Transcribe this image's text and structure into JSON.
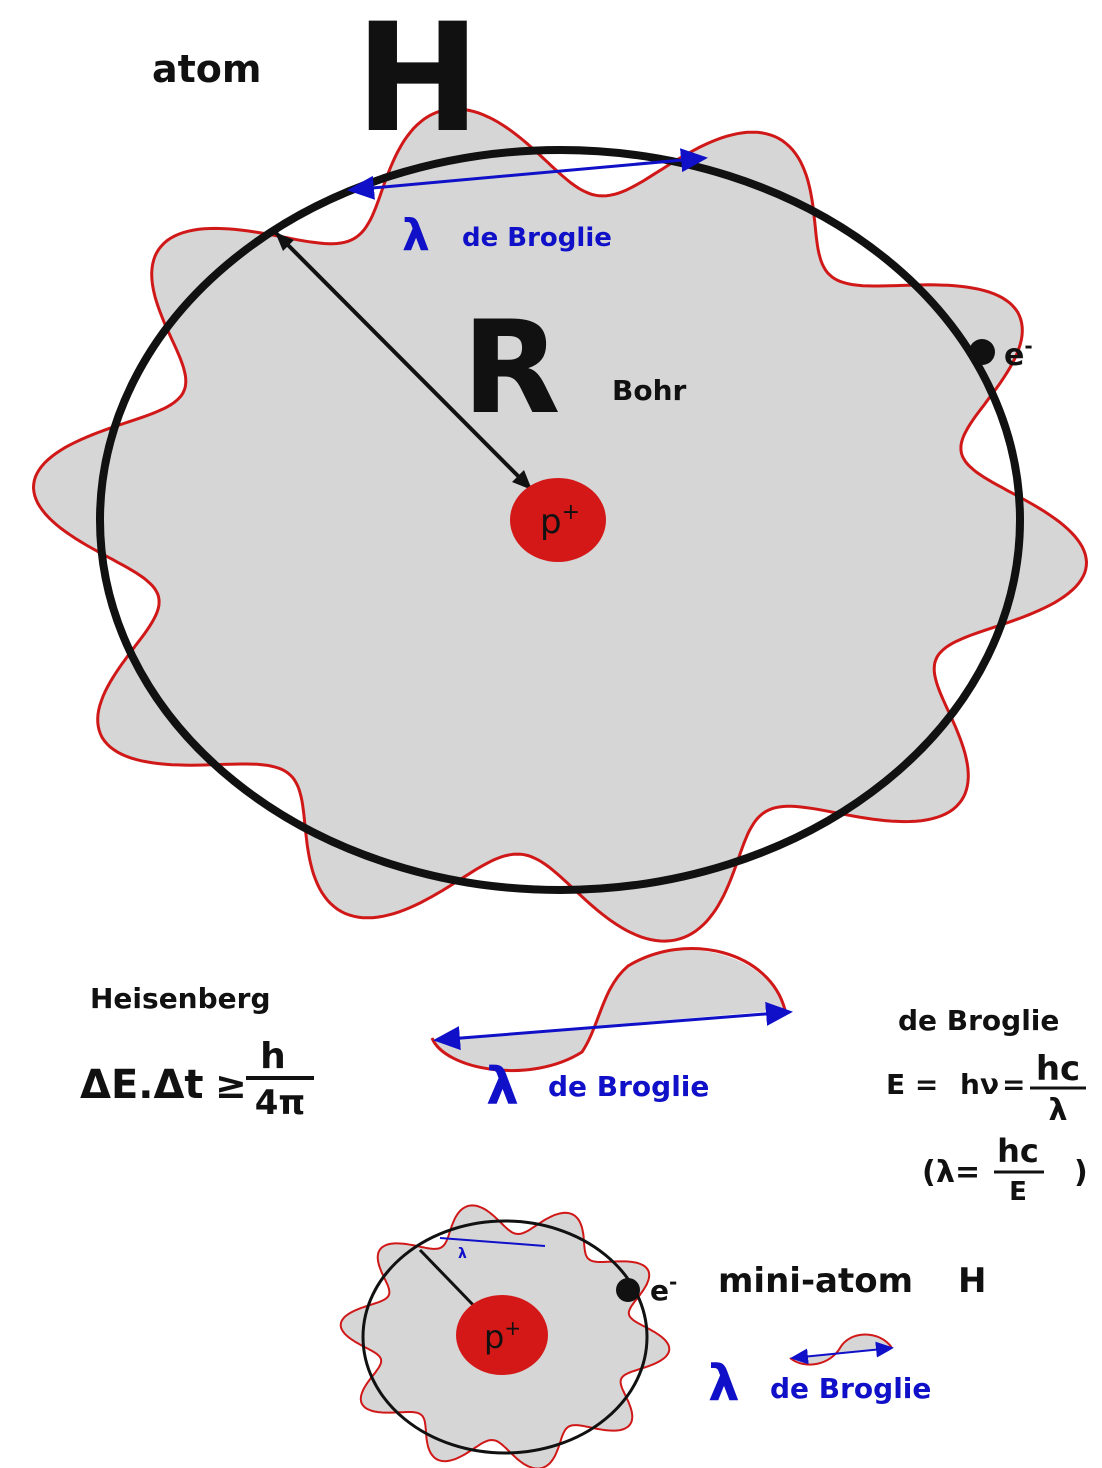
{
  "main_atom": {
    "label_atom": "atom",
    "symbol": "H",
    "radius_label": "R",
    "radius_sub": "Bohr",
    "proton": "p",
    "proton_charge": "+",
    "electron": "e",
    "electron_charge": "-",
    "lambda": "λ",
    "wave_label": "de Broglie",
    "wave_count": 10
  },
  "heisenberg": {
    "title": "Heisenberg",
    "lhs": "ΔE.Δt",
    "relation": "≥",
    "numerator": "h",
    "denominator": "4π"
  },
  "middle_wave": {
    "lambda": "λ",
    "label": "de Broglie"
  },
  "de_broglie": {
    "title": "de Broglie",
    "lhs": "E =",
    "h": "h",
    "nu": "ν",
    "eq": "=",
    "frac_num": "hc",
    "frac_den": "λ",
    "paren_open": "(",
    "paren_lambda": "λ=",
    "paren_num": "hc",
    "paren_den": "E",
    "paren_close": ")"
  },
  "mini_atom": {
    "label": "mini-atom",
    "symbol": "H",
    "proton": "p",
    "proton_charge": "+",
    "electron": "e",
    "electron_charge": "-",
    "lambda_small": "λ",
    "lambda": "λ",
    "wave_label": "de Broglie"
  },
  "colors": {
    "wave": "#d01818",
    "cloud": "#d6d6d6",
    "orbit": "#111111",
    "proton": "#d41818",
    "arrow": "#1010c8",
    "text_blue": "#1010c8"
  }
}
